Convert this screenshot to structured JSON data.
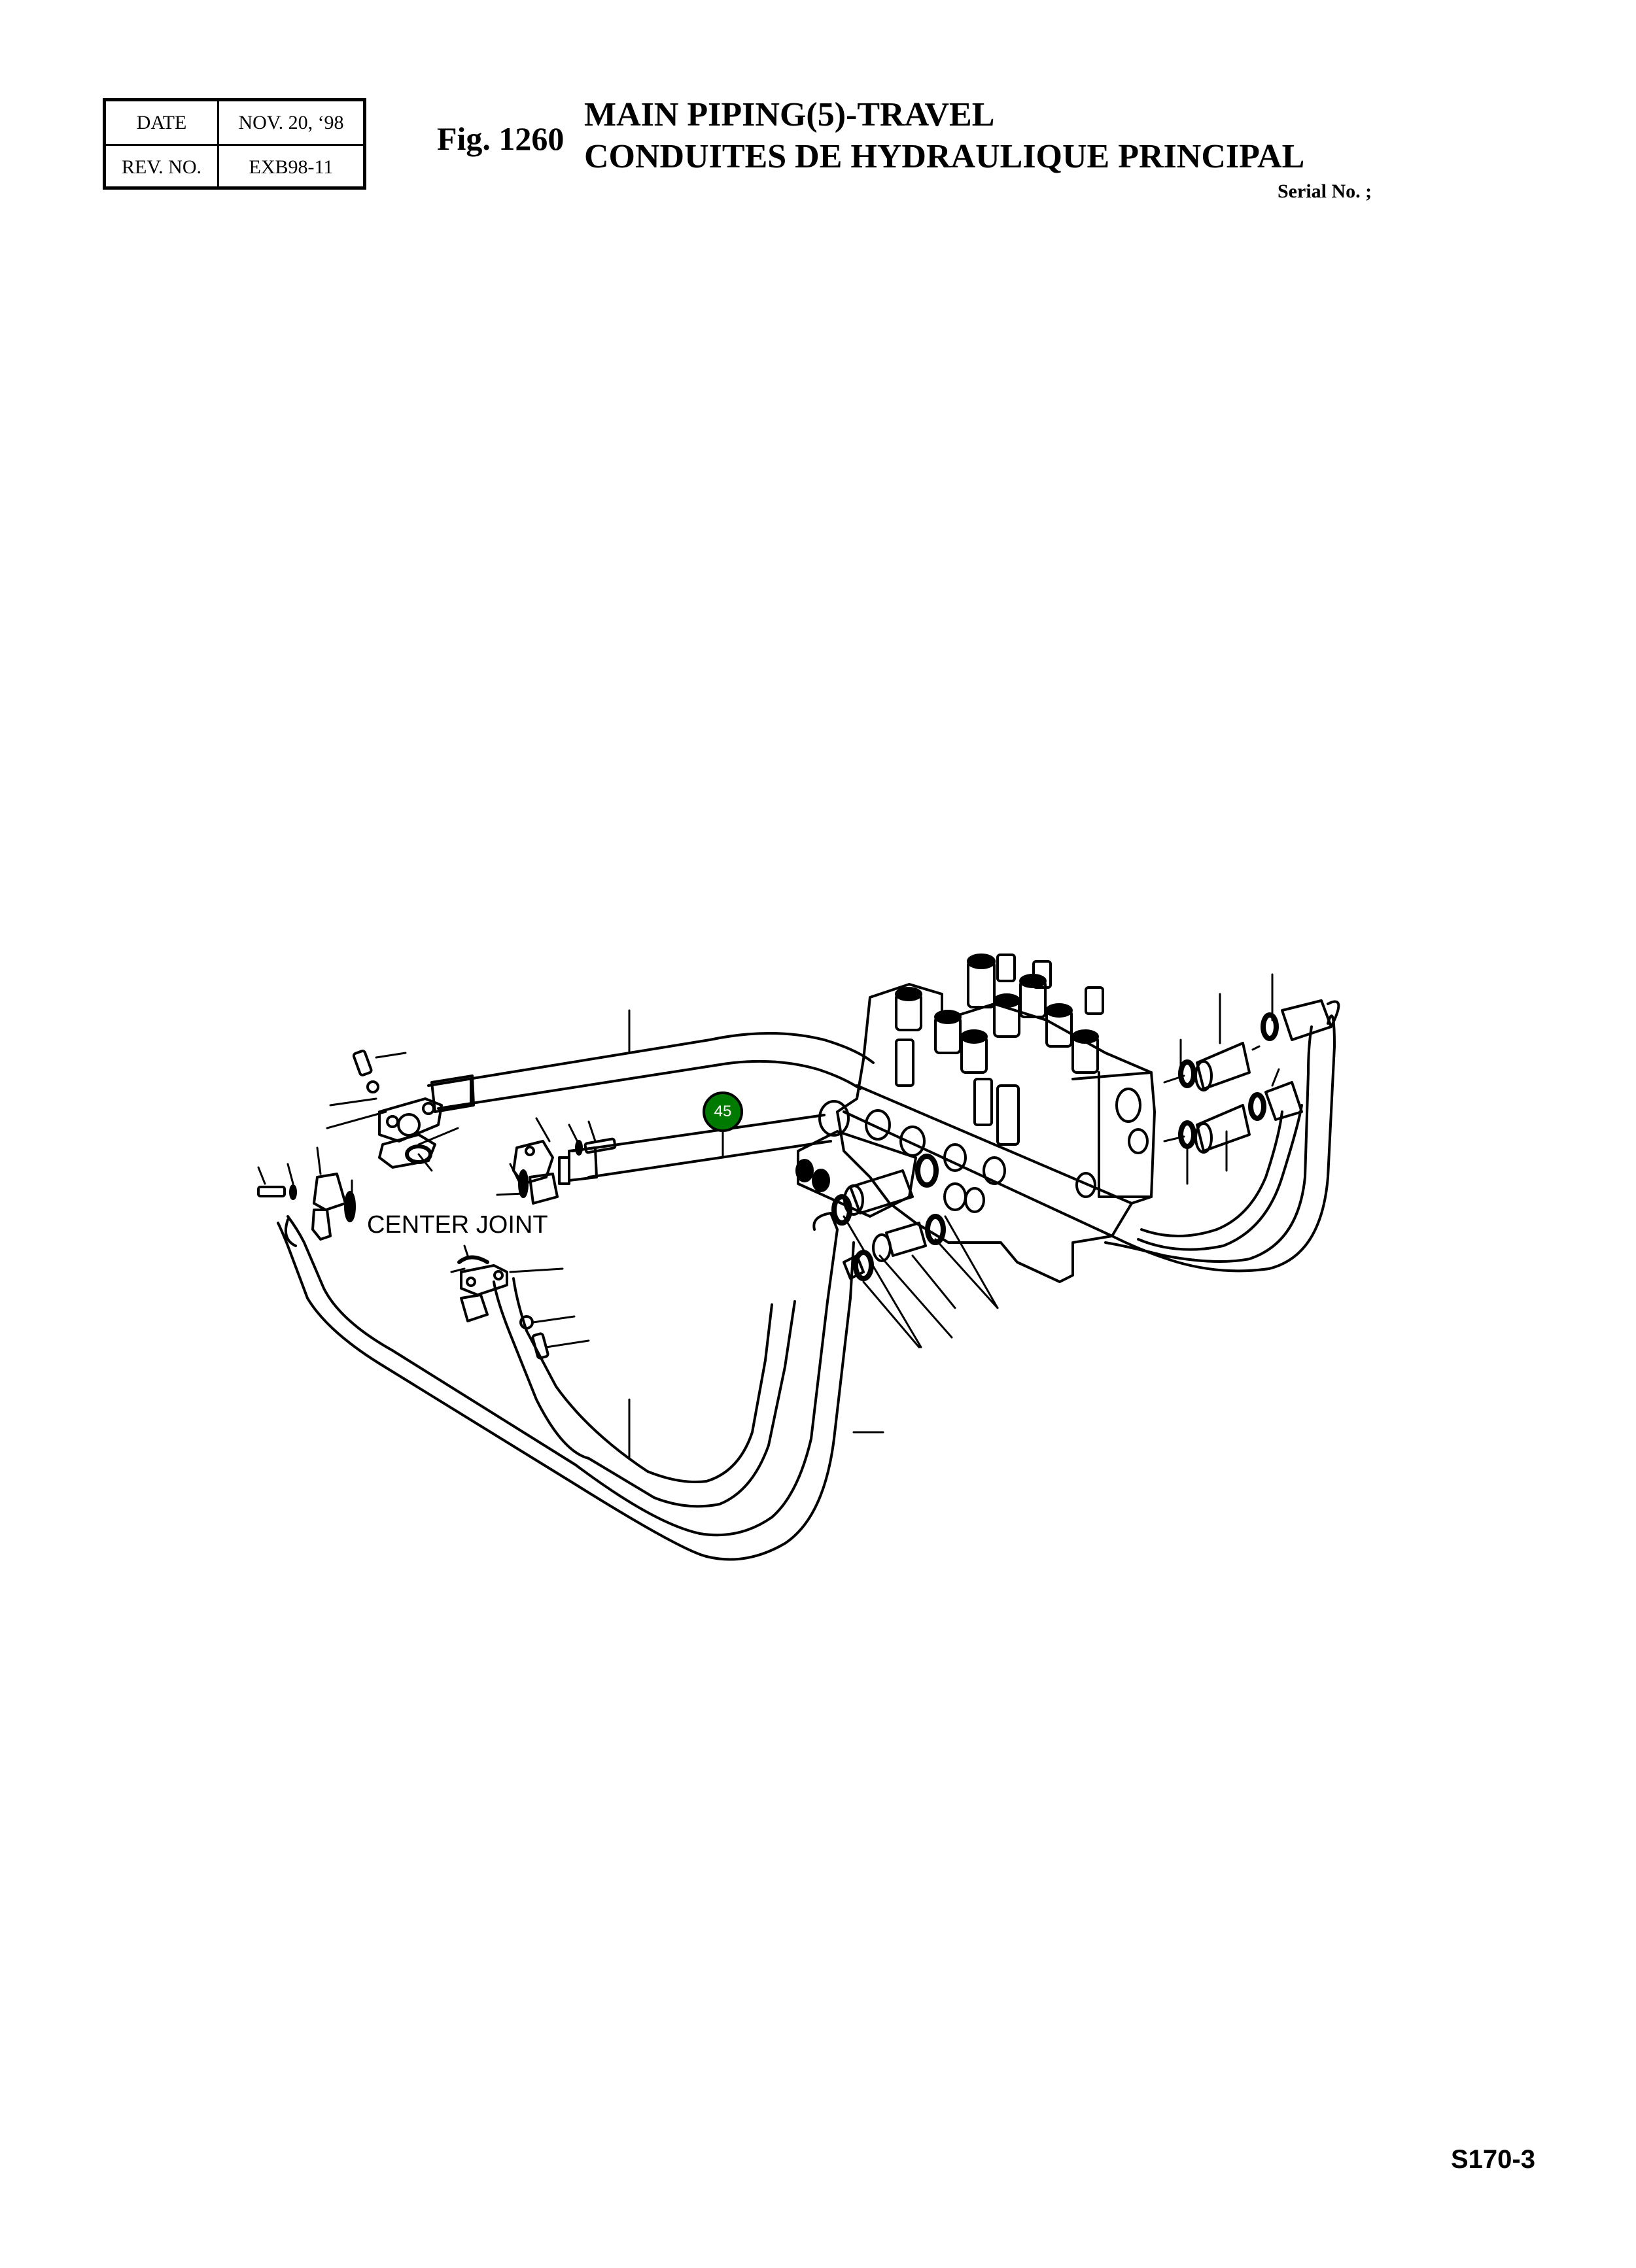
{
  "revision_table": {
    "date_label": "DATE",
    "date_value": "NOV. 20, ‘98",
    "rev_label": "REV. NO.",
    "rev_value": "EXB98-11"
  },
  "header": {
    "figure_number": "Fig. 1260",
    "title_en": "MAIN PIPING(5)-TRAVEL",
    "title_fr": "CONDUITES DE HYDRAULIQUE PRINCIPAL",
    "serial_label": "Serial No. ;"
  },
  "diagram": {
    "labels": {
      "center_joint": "CENTER JOINT"
    },
    "callouts": [
      {
        "number": "45",
        "color": "#007a00",
        "text_color": "#ffffff"
      }
    ],
    "components": [
      "control-valve-block",
      "travel-hose-upper",
      "travel-hose-middle",
      "travel-hoses-lower-loop",
      "travel-hoses-right-loop",
      "split-flanges",
      "bolts",
      "washers",
      "o-rings",
      "adapters",
      "elbow-fittings"
    ]
  },
  "footer": {
    "page_code": "S170-3"
  },
  "colors": {
    "line_art": "#000000",
    "background": "#ffffff",
    "callout_fill": "#007a00"
  }
}
